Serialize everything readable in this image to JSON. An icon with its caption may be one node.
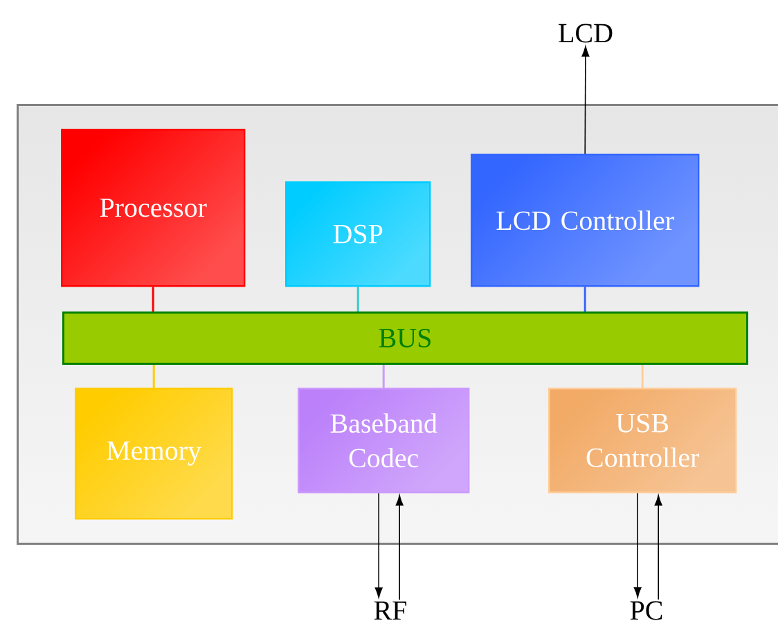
{
  "diagram": {
    "nodes": [
      {
        "text": [],
        "shape": "box"
      },
      {
        "text": [
          "Processor"
        ],
        "in": 0
      },
      {
        "text": [
          "DSP"
        ],
        "in": 0
      },
      {
        "text": [
          "LCD Controller"
        ],
        "in": 0
      },
      {
        "text": [
          "BUS"
        ],
        "in": 0
      },
      {
        "text": [
          "Memory"
        ],
        "in": 0
      },
      {
        "text": [
          "Baseband Codec"
        ],
        "in": 0
      },
      {
        "text": [
          "USB Controller"
        ],
        "in": 0
      },
      {
        "text": [
          "LCD"
        ]
      },
      {
        "text": [
          "RF"
        ]
      },
      {
        "text": [
          "PC"
        ]
      }
    ],
    "edges": [
      {
        "from": 1,
        "to": 4,
        "arrow": "none",
        "color": "#ff0000"
      },
      {
        "from": 2,
        "to": 4,
        "arrow": "none",
        "color": "#33cccc"
      },
      {
        "from": 3,
        "to": 4,
        "arrow": "none",
        "color": "#3366ff"
      },
      {
        "from": 4,
        "to": 5,
        "arrow": "none",
        "color": "#ffcc00"
      },
      {
        "from": 4,
        "to": 6,
        "arrow": "none",
        "color": "#cc99ff"
      },
      {
        "from": 4,
        "to": 7,
        "arrow": "none",
        "color": "#ffcc99"
      },
      {
        "from": 3,
        "to": 8,
        "arrow": "to"
      },
      {
        "from": 6,
        "to": 9,
        "arrow": "to"
      },
      {
        "from": 9,
        "to": 6,
        "arrow": "to"
      },
      {
        "from": 7,
        "to": 10,
        "arrow": "to"
      },
      {
        "from": 10,
        "to": 7,
        "arrow": "to"
      }
    ]
  }
}
